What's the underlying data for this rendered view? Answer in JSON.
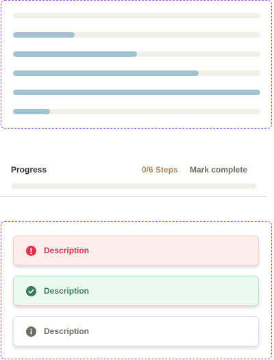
{
  "bars": [
    {
      "progress": 0
    },
    {
      "progress": 0.25
    },
    {
      "progress": 0.5
    },
    {
      "progress": 0.75
    },
    {
      "progress": 1
    },
    {
      "progress": 0.15
    }
  ],
  "progress_section": {
    "label": "Progress",
    "steps": "0/6 Steps",
    "mark_complete": "Mark complete",
    "completed": 0,
    "total": 6
  },
  "alerts": {
    "error": {
      "text": "Description",
      "icon": "error-icon",
      "color": "#c8364a"
    },
    "success": {
      "text": "Description",
      "icon": "check-circle-icon",
      "color": "#3d7a5d"
    },
    "info": {
      "text": "Description",
      "icon": "info-icon",
      "color": "#6f6a62"
    }
  },
  "colors": {
    "bar_fill": "#9fc4d1",
    "bar_track": "#f0efe8",
    "frame_border": "#9b51e0"
  }
}
